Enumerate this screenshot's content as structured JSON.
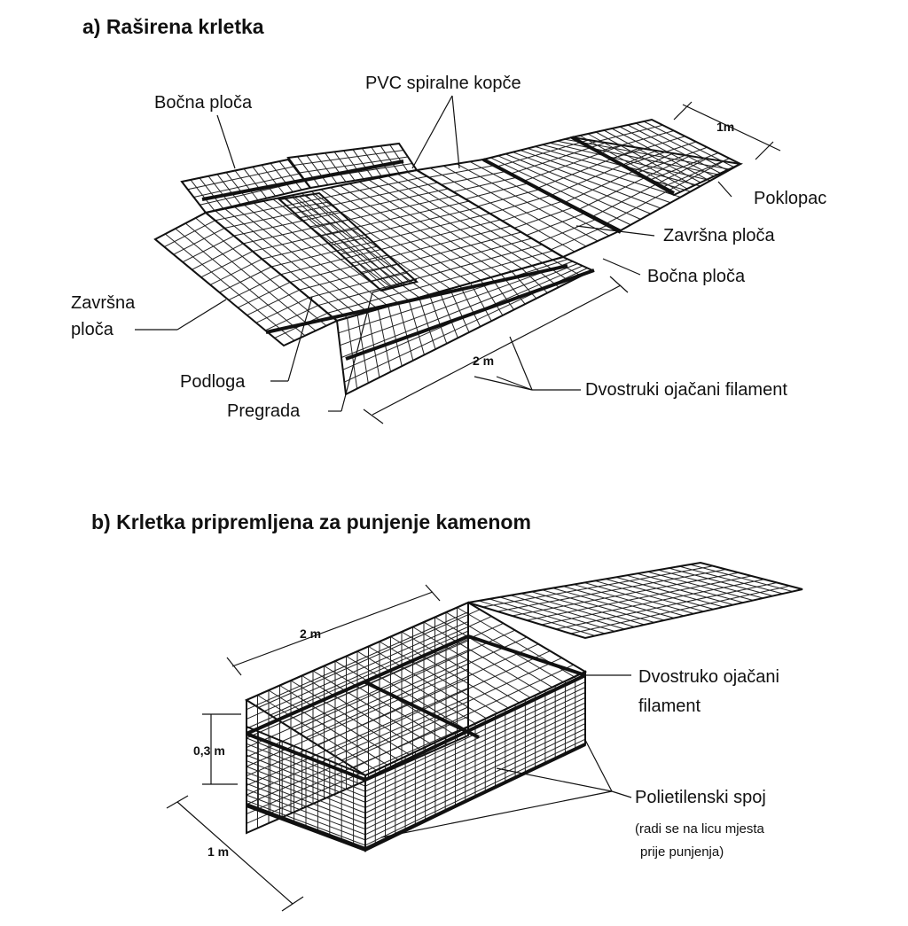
{
  "part_a": {
    "title": "a) Raširena krletka",
    "labels": {
      "side_panel_top": "Bočna ploča",
      "pvc_clips": "PVC spiralne kopče",
      "lid": "Poklopac",
      "end_panel_right": "Završna ploča",
      "side_panel_bottom": "Bočna ploča",
      "end_panel_left_line1": "Završna",
      "end_panel_left_line2": "ploča",
      "base": "Podloga",
      "partition": "Pregrada",
      "double_filament": "Dvostruki ojačani filament"
    },
    "dimensions": {
      "width": "1m",
      "length": "2 m"
    }
  },
  "part_b": {
    "title": "b) Krletka pripremljena za punjenje kamenom",
    "labels": {
      "double_filament_line1": "Dvostruko ojačani",
      "double_filament_line2": "filament",
      "poly_joint": "Polietilenski spoj",
      "note_line1": "(radi se na licu mjesta",
      "note_line2": "prije punjenja)"
    },
    "dimensions": {
      "length": "2 m",
      "height": "0,3 m",
      "width": "1 m"
    }
  }
}
